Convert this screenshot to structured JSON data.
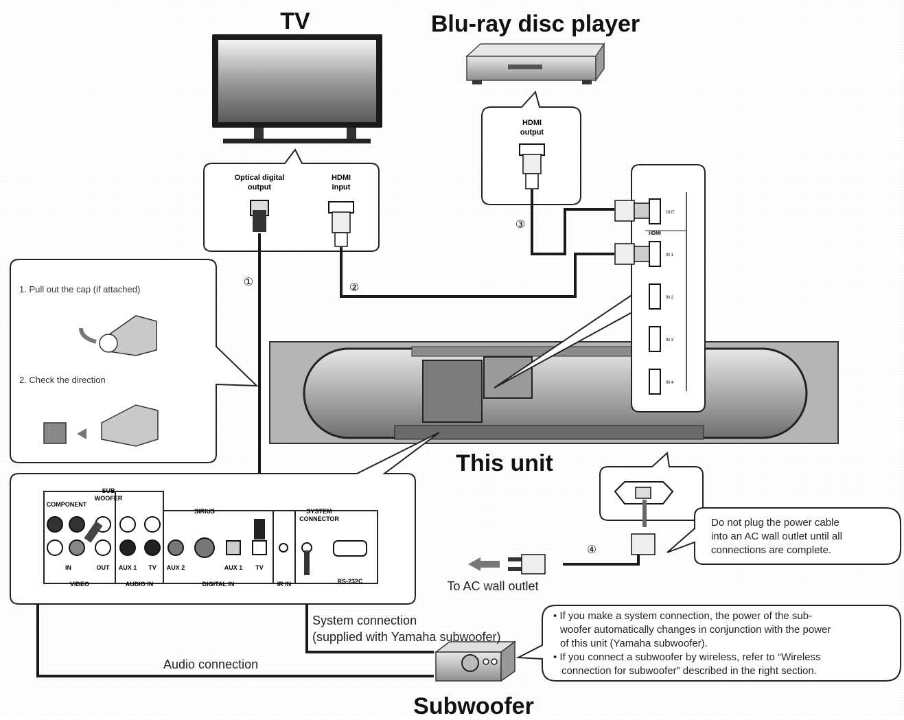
{
  "headings": {
    "tv": "TV",
    "player": "Blu-ray disc player",
    "unit": "This unit",
    "subwoofer": "Subwoofer"
  },
  "tv_callout": {
    "optical_line1": "Optical digital",
    "optical_line2": "output",
    "hdmi_line1": "HDMI",
    "hdmi_line2": "input"
  },
  "player_callout": {
    "line1": "HDMI",
    "line2": "output"
  },
  "unit_hdmi_panel": {
    "section": "HDMI",
    "out": "OUT",
    "in1": "IN 1",
    "in2": "IN 2",
    "in3": "IN 3",
    "in4": "IN 4"
  },
  "optical_steps": {
    "step1": "1. Pull out the cap (if attached)",
    "step2": "2. Check the direction"
  },
  "rear_panel": {
    "component": "COMPONENT",
    "sub_woofer_line1": "SUB",
    "sub_woofer_line2": "WOOFER",
    "sirius": "SIRIUS",
    "system_line1": "SYSTEM",
    "system_line2": "CONNECTOR",
    "in": "IN",
    "out": "OUT",
    "aux1": "AUX 1",
    "tv": "TV",
    "aux2": "AUX 2",
    "aux1_digital": "AUX 1",
    "tv_digital": "TV",
    "rs232c": "RS-232C",
    "video": "VIDEO",
    "audio_in": "AUDIO IN",
    "digital_in": "DIGITAL IN",
    "ir_in": "IR IN"
  },
  "cable_numbers": {
    "n1": "①",
    "n2": "②",
    "n3": "③",
    "n4": "④"
  },
  "labels": {
    "ac_outlet": "To AC wall outlet",
    "system_connection_line1": "System connection",
    "system_connection_line2": "(supplied with Yamaha subwoofer)",
    "audio_connection": "Audio connection"
  },
  "power_note": {
    "line1": "Do not plug the power cable",
    "line2": "into an AC wall outlet until all",
    "line3": "connections are complete."
  },
  "sub_notes": {
    "b1_line1": "• If you make a system connection, the power of the sub-",
    "b1_line2": "woofer automatically changes in conjunction with the power",
    "b1_line3": "of this unit (Yamaha subwoofer).",
    "b2_line1": "• If you connect a subwoofer by wireless, refer to “Wireless",
    "b2_line2": "connection for subwoofer” described in the right section."
  },
  "colors": {
    "line": "#1a1a1a",
    "device_fill": "#cfcfcf",
    "device_dark": "#8a8a8a"
  }
}
